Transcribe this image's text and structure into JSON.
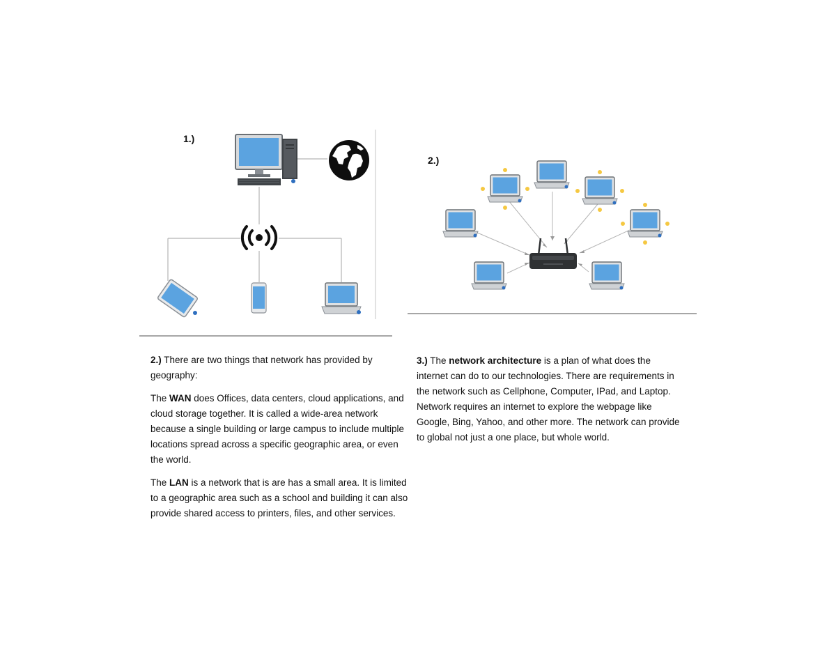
{
  "figure1": {
    "label": "1.)"
  },
  "figure2": {
    "label": "2.)"
  },
  "left_column": {
    "p1": {
      "bold": "2.)",
      "text": " There are two things that network has provided by geography:"
    },
    "p2": {
      "pre": "The ",
      "bold": "WAN",
      "text": " does Offices, data centers, cloud applications, and cloud storage together. It is called a wide-area network because a single building or large campus to include multiple locations spread across a specific geographic area, or even the world."
    },
    "p3": {
      "pre": "The ",
      "bold": "LAN",
      "text": " is a network that is are has a small area. It is limited to a geographic area such as a school and building it can also provide shared access to printers, files, and other services."
    }
  },
  "right_column": {
    "p1": {
      "bold1": "3.)",
      "pre": " The ",
      "bold2": "network architecture",
      "text": " is a plan of what does the internet can do to our technologies. There are requirements in the network such as Cellphone, Computer, IPad, and Laptop. Network requires an internet to explore the webpage like Google, Bing, Yahoo, and other more. The network can provide to global not just a one place, but whole world."
    }
  },
  "icons": {
    "fig1": [
      "desktop-computer-icon",
      "globe-icon",
      "wireless-hub-icon",
      "tablet-icon",
      "smartphone-icon",
      "laptop-icon"
    ],
    "fig2": [
      "router-icon",
      "laptop-icon"
    ]
  },
  "colors": {
    "screen": "#5ba3e0",
    "device": "#8a8f95",
    "router": "#2f3133",
    "connector": "#b5b5b5",
    "activity_dot": "#f5c842"
  }
}
